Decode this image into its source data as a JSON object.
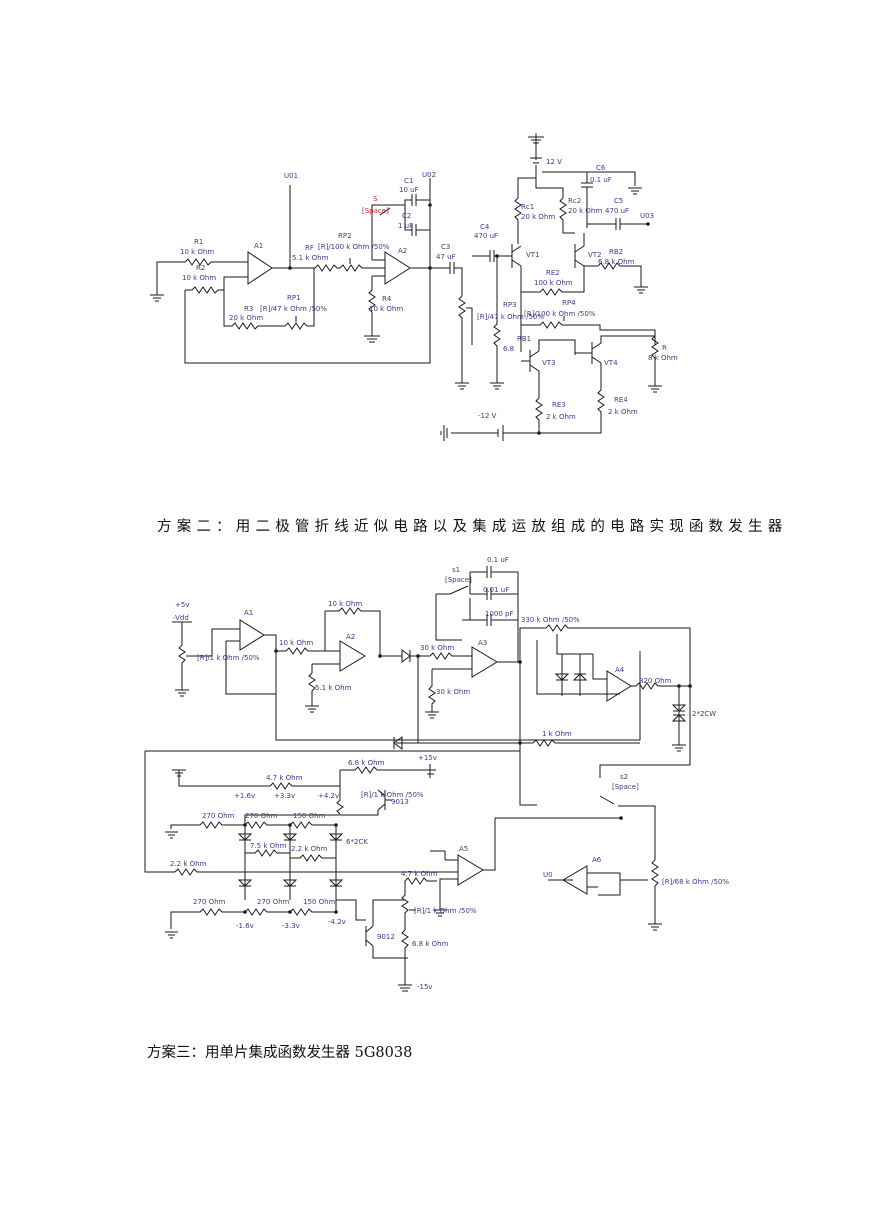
{
  "captions": {
    "scheme2": "方案二：用二极管折线近似电路以及集成运放组成的电路实现函数发生器",
    "scheme3": "方案三：用单片集成函数发生器 5G8038"
  },
  "colors": {
    "wire": "#1a1a1a",
    "label": "#3b3b8f",
    "highlight": "#cc2222"
  },
  "circuit1": {
    "labels": {
      "u01": "U01",
      "u02": "U02",
      "u03": "U03",
      "r1": "R1",
      "r1v": "10 k Ohm",
      "r2": "R2",
      "r2v": "10 k Ohm",
      "a1": "A1",
      "a2": "A2",
      "rf": "RF",
      "rfv": "5.1 k Ohm",
      "rp2": "RP2",
      "rp2v": "[R]/100 k Ohm /50%",
      "s": "S",
      "space": "[Space]",
      "c1": "C1",
      "c1v": "10 uF",
      "c2": "C2",
      "c2v": "1 uF",
      "c3": "C3",
      "c3v": "47 uF",
      "c4": "C4",
      "c4v": "470 uF",
      "r3": "R3",
      "r3v": "20 k Ohm",
      "rp1": "RP1",
      "rp1v": "[R]/47 k Ohm /50%",
      "r4": "R4",
      "r4v": "10 k Ohm",
      "v12": "12 V",
      "vm12": "-12 V",
      "c6": "C6",
      "c6v": "0.1 uF",
      "c5": "C5",
      "c5v": "470 uF",
      "rc1": "Rc1",
      "rc1v": "20 k Ohm",
      "rc2": "Rc2",
      "rc2v": "20 k Ohm",
      "vt1": "VT1",
      "vt2": "VT2",
      "vt3": "VT3",
      "vt4": "VT4",
      "rb2": "RB2",
      "rb2v": "6.8 k Ohm",
      "re2": "RE2",
      "re2v": "100 k Ohm",
      "rp3": "RP3",
      "rp3v": "[R]/47 k Ohm /50%",
      "rp4": "RP4",
      "rp4v": "[R]/100 k Ohm /50%",
      "rb1": "RB1",
      "rb1v": "6.8",
      "r": "R",
      "rv": "8 k Ohm",
      "re3": "RE3",
      "re3v": "2 k Ohm",
      "re4": "RE4",
      "re4v": "2 k Ohm"
    }
  },
  "circuit2": {
    "labels": {
      "v5": "+5v",
      "vdd": "-Vdd",
      "a1": "A1",
      "a2": "A2",
      "a3": "A3",
      "a4": "A4",
      "a5": "A5",
      "a6": "A6",
      "pot1": "[R]/1 k Ohm /50%",
      "r10k_top": "10 k Ohm",
      "r10k": "10 k Ohm",
      "r51": "5.1 k Ohm",
      "r30k_a": "30 k Ohm",
      "r30k_b": "30 k Ohm",
      "c01": "0.1 uF",
      "c001": "0.01 uF",
      "c1000": "1000 pF",
      "s1": "s1",
      "space1": "[Space]",
      "pot330": "330 k Ohm /50%",
      "r820": "820 Ohm",
      "dz": "2*2CW",
      "r1k": "1 k Ohm",
      "s2": "s2",
      "space2": "[Space]",
      "r68k": "6.8 k Ohm",
      "r47k": "4.7 k Ohm",
      "v15": "+15v",
      "vm15": "-15v",
      "pot1b": "[R]/1 k Ohm /50%",
      "q9013": "9013",
      "p16": "+1.6v",
      "p33": "+3.3v",
      "p42": "+4.2v",
      "r270a": "270 Ohm",
      "r270b": "270 Ohm",
      "r150": "150 Ohm",
      "r75": "7.5 k Ohm",
      "r22a": "2.2 k Ohm",
      "dck": "6*2CK",
      "r22b": "2.2 k Ohm",
      "r270c": "270 Ohm",
      "r270d": "270 Ohm",
      "r150b": "150 Ohm",
      "m16": "-1.6v",
      "m33": "-3.3v",
      "m42": "-4.2v",
      "r47kb": "4.7 k Ohm",
      "pot1c": "[R]/1 k Ohm /50%",
      "q9012": "9012",
      "r68kb": "6.8 k Ohm",
      "u0": "U0",
      "pot68": "[R]/68 k Ohm /50%"
    }
  }
}
